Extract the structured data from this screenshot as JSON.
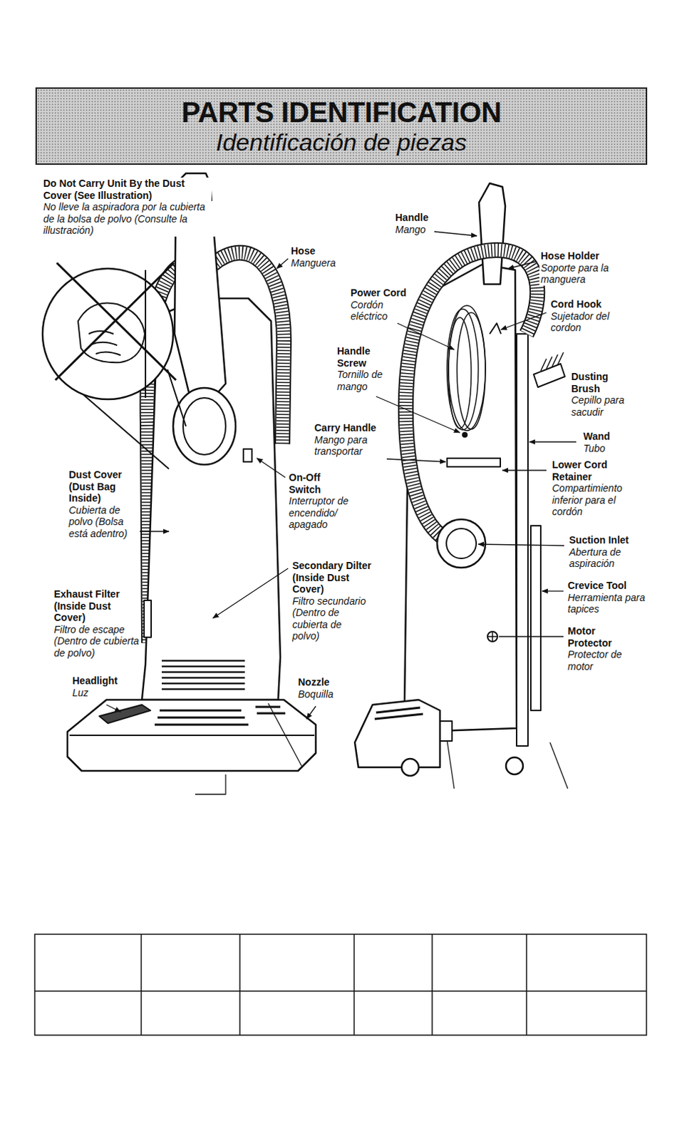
{
  "diagram": {
    "nodes": [
      {
        "text": [
          "PARTS IDENTIFICATION",
          "Identificación de piezas"
        ]
      }
    ],
    "labels": [
      "Do Not Carry Unit By the Dust Cover (See Illustration)",
      "No lleve la aspiradora por la cubierta de la bolsa de polvo (Consulte la illustración)",
      "Hose",
      "Manguera",
      "Dust Cover (Dust Bag Inside)",
      "Cubierta de polvo (Bolsa está adentro)",
      "On-Off Switch",
      "Interruptor de encendido/ apagado",
      "Secondary Dilter (Inside Dust Cover)",
      "Filtro secundario (Dentro de cubierta de polvo)",
      "Exhaust Filter (Inside Dust Cover)",
      "Filtro de escape (Dentro de cubierta de polvo)",
      "Headlight",
      "Luz",
      "Nozzle",
      "Boquilla",
      "Handle",
      "Mango",
      "Hose Holder",
      "Soporte para la manguera",
      "Power Cord",
      "Cordón eléctrico",
      "Cord Hook",
      "Sujetador del cordon",
      "Handle Screw",
      "Tornillo de mango",
      "Dusting Brush",
      "Cepillo para sacudir",
      "Carry Handle",
      "Mango para transportar",
      "Wand",
      "Tubo",
      "Lower Cord Retainer",
      "Compartimiento inferior para el cordón",
      "Suction Inlet",
      "Abertura de aspiración",
      "Crevice Tool",
      "Herramienta para tapices",
      "Motor Protector",
      "Protector de motor"
    ]
  }
}
